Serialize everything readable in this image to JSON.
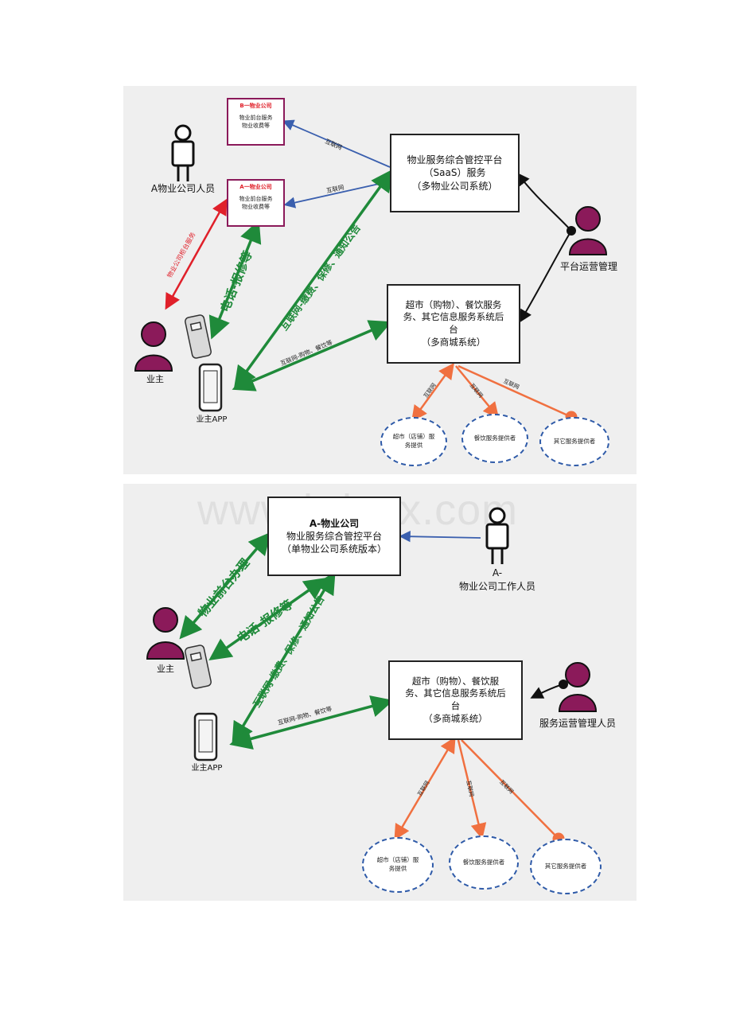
{
  "watermark": "www.bdocx.com",
  "diagram1": {
    "platform_box": [
      "物业服务综合管控平台",
      "（SaaS）服务",
      "（多物业公司系统）"
    ],
    "mall_box": [
      "超市（购物）、餐饮服务",
      "务、其它信息服务系统后",
      "台",
      "（多商城系统）"
    ],
    "company_b": {
      "title": "B一物业公司",
      "line1": "物业前台服务",
      "line2": "物业收费等"
    },
    "company_a": {
      "title": "A一物业公司",
      "line1": "物业前台服务",
      "line2": "物业收费等"
    },
    "staff_label": "A物业公司人员",
    "owner_label": "业主",
    "app_label": "业主APP",
    "ops_label": "平台运营管理",
    "providers": [
      {
        "line1": "超市（店铺）服",
        "line2": "务提供"
      },
      {
        "line1": "餐饮服务提供者",
        "line2": ""
      },
      {
        "line1": "其它服务提供者",
        "line2": ""
      }
    ],
    "edge_labels": {
      "internet_b": "互联网",
      "internet_a": "互联网",
      "counter": "物业公司柜台服务",
      "phone": "电话-报修等",
      "app_to_platform": "互联网-缴费、保修、通知公告",
      "app_to_mall": "互联网-购物、餐饮等",
      "prov1": "互联网",
      "prov2": "互联网",
      "prov3": "互联网"
    }
  },
  "diagram2": {
    "platform_box": [
      "A-物业公司",
      "物业服务综合管控平台",
      "（单物业公司系统版本）"
    ],
    "mall_box": [
      "超市（购物）、餐饮服",
      "务、其它信息服务系统后",
      "台",
      "（多商城系统）"
    ],
    "staff_label_1": "A-",
    "staff_label_2": "物业公司工作人员",
    "owner_label": "业主",
    "app_label": "业主APP",
    "ops_label": "服务运营管理人员",
    "providers": [
      {
        "line1": "超市（店铺）服",
        "line2": "务提供"
      },
      {
        "line1": "餐饮服务提供者",
        "line2": ""
      },
      {
        "line1": "其它服务提供者",
        "line2": ""
      }
    ],
    "edge_labels": {
      "front_desk": "物业前台办理",
      "phone": "电话-报修等",
      "app_to_platform": "互联网-缴费、保修、通知公告",
      "app_to_mall": "互联网-购物、餐饮等",
      "prov1": "互联网",
      "prov2": "互联网",
      "prov3": "互联网"
    }
  },
  "colors": {
    "panel_bg": "#efefef",
    "green": "#1f8a3a",
    "blue": "#3a5fae",
    "orange": "#f07040",
    "red": "#e0202a",
    "person_purple": "#8b1a5a",
    "company_border": "#8b1a5a"
  },
  "icons": [
    "person-outline-icon",
    "person-filled-icon",
    "desk-phone-icon",
    "smartphone-icon"
  ]
}
